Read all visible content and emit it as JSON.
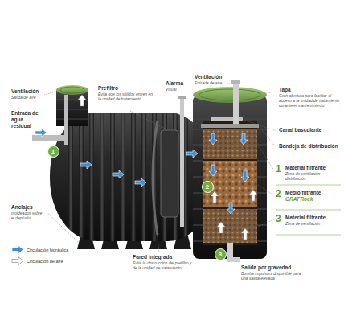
{
  "diagram": {
    "nodes": [
      {
        "text": [
          "1"
        ]
      },
      {
        "text": [
          "2"
        ]
      },
      {
        "text": [
          "3"
        ]
      }
    ],
    "labels": [
      "Ventilación",
      "Salida de aire",
      "Entrada de agua residual",
      "Prefiltro",
      "Evita que los sólidos entren en la unidad de tratamiento",
      "Alarma",
      "Visual",
      "Ventilación",
      "Entrada de aire",
      "Tapa",
      "Gran abertura para facilitar el acceso a la unidad de tratamiento durante el mantenimiento",
      "Canal basculante",
      "Bandeja de distribución",
      "1",
      "Material filtrante",
      "Zona de ventilación distribución",
      "2",
      "Medio filtrante",
      "GRAFRock",
      "3",
      "Material filtrante",
      "Zona de ventilación",
      "Anclajes",
      "moldeados sobre el depósito",
      "Pared integrada",
      "Evita la obstrucción del prefiltro y de la unidad de tratamiento",
      "Salida por gravedad",
      "Bomba impulsora disponible para una salida elevada"
    ],
    "legend": [
      {
        "text": "Circulación hidráulica"
      },
      {
        "text": "Circulación de aire"
      }
    ]
  }
}
